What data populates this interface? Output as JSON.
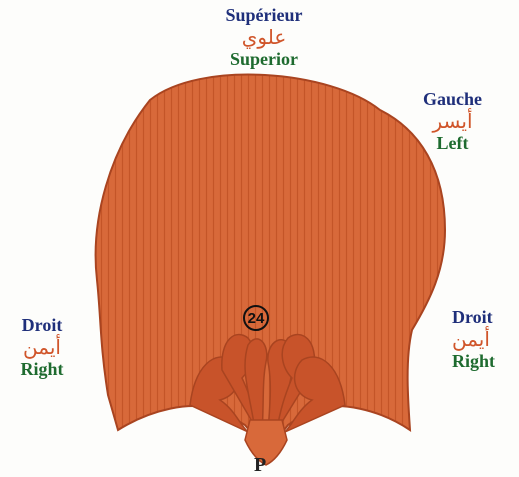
{
  "labels": {
    "superior": {
      "fr": "Supérieur",
      "ar": "علوي",
      "en": "Superior"
    },
    "left": {
      "fr": "Gauche",
      "ar": "أيسر",
      "en": "Left"
    },
    "right_left_side": {
      "fr": "Droit",
      "ar": "أيمن",
      "en": "Right"
    },
    "right_right_side": {
      "fr": "Droit",
      "ar": "أيمن",
      "en": "Right"
    }
  },
  "figure_number": "24",
  "bottom_letter": "P",
  "colors": {
    "organ_fill": "#d8693a",
    "organ_stripe": "#c45528",
    "petal_fill": "#c8532a",
    "outline": "#a94420"
  }
}
